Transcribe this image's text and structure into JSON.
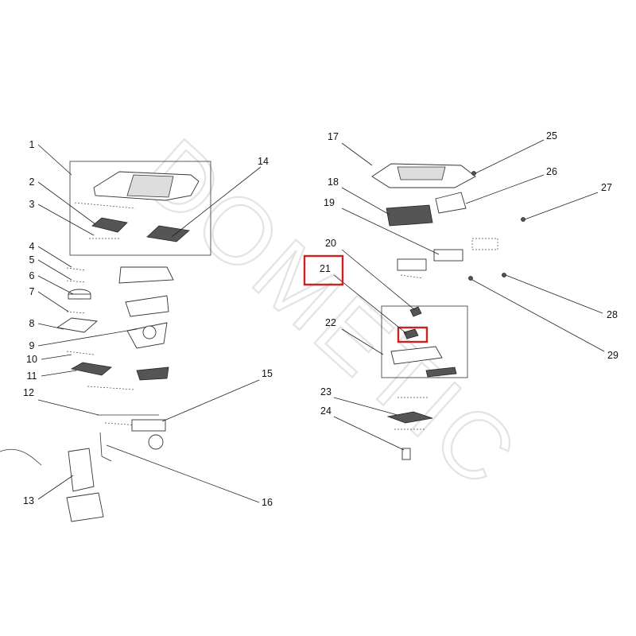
{
  "watermark": "DOMETIC",
  "highlight_color": "#cc2222",
  "callouts": [
    {
      "id": "c1",
      "label": "1"
    },
    {
      "id": "c2",
      "label": "2"
    },
    {
      "id": "c3",
      "label": "3"
    },
    {
      "id": "c4",
      "label": "4"
    },
    {
      "id": "c5",
      "label": "5"
    },
    {
      "id": "c6",
      "label": "6"
    },
    {
      "id": "c7",
      "label": "7"
    },
    {
      "id": "c8",
      "label": "8"
    },
    {
      "id": "c9",
      "label": "9"
    },
    {
      "id": "c10",
      "label": "10"
    },
    {
      "id": "c11",
      "label": "11"
    },
    {
      "id": "c12",
      "label": "12"
    },
    {
      "id": "c13",
      "label": "13"
    },
    {
      "id": "c14",
      "label": "14"
    },
    {
      "id": "c15",
      "label": "15"
    },
    {
      "id": "c16",
      "label": "16"
    },
    {
      "id": "c17",
      "label": "17"
    },
    {
      "id": "c18",
      "label": "18"
    },
    {
      "id": "c19",
      "label": "19"
    },
    {
      "id": "c20",
      "label": "20"
    },
    {
      "id": "c21",
      "label": "21",
      "highlighted": true
    },
    {
      "id": "c22",
      "label": "22"
    },
    {
      "id": "c23",
      "label": "23"
    },
    {
      "id": "c24",
      "label": "24"
    },
    {
      "id": "c25",
      "label": "25"
    },
    {
      "id": "c26",
      "label": "26"
    },
    {
      "id": "c27",
      "label": "27"
    },
    {
      "id": "c28",
      "label": "28"
    },
    {
      "id": "c29",
      "label": "29"
    }
  ]
}
